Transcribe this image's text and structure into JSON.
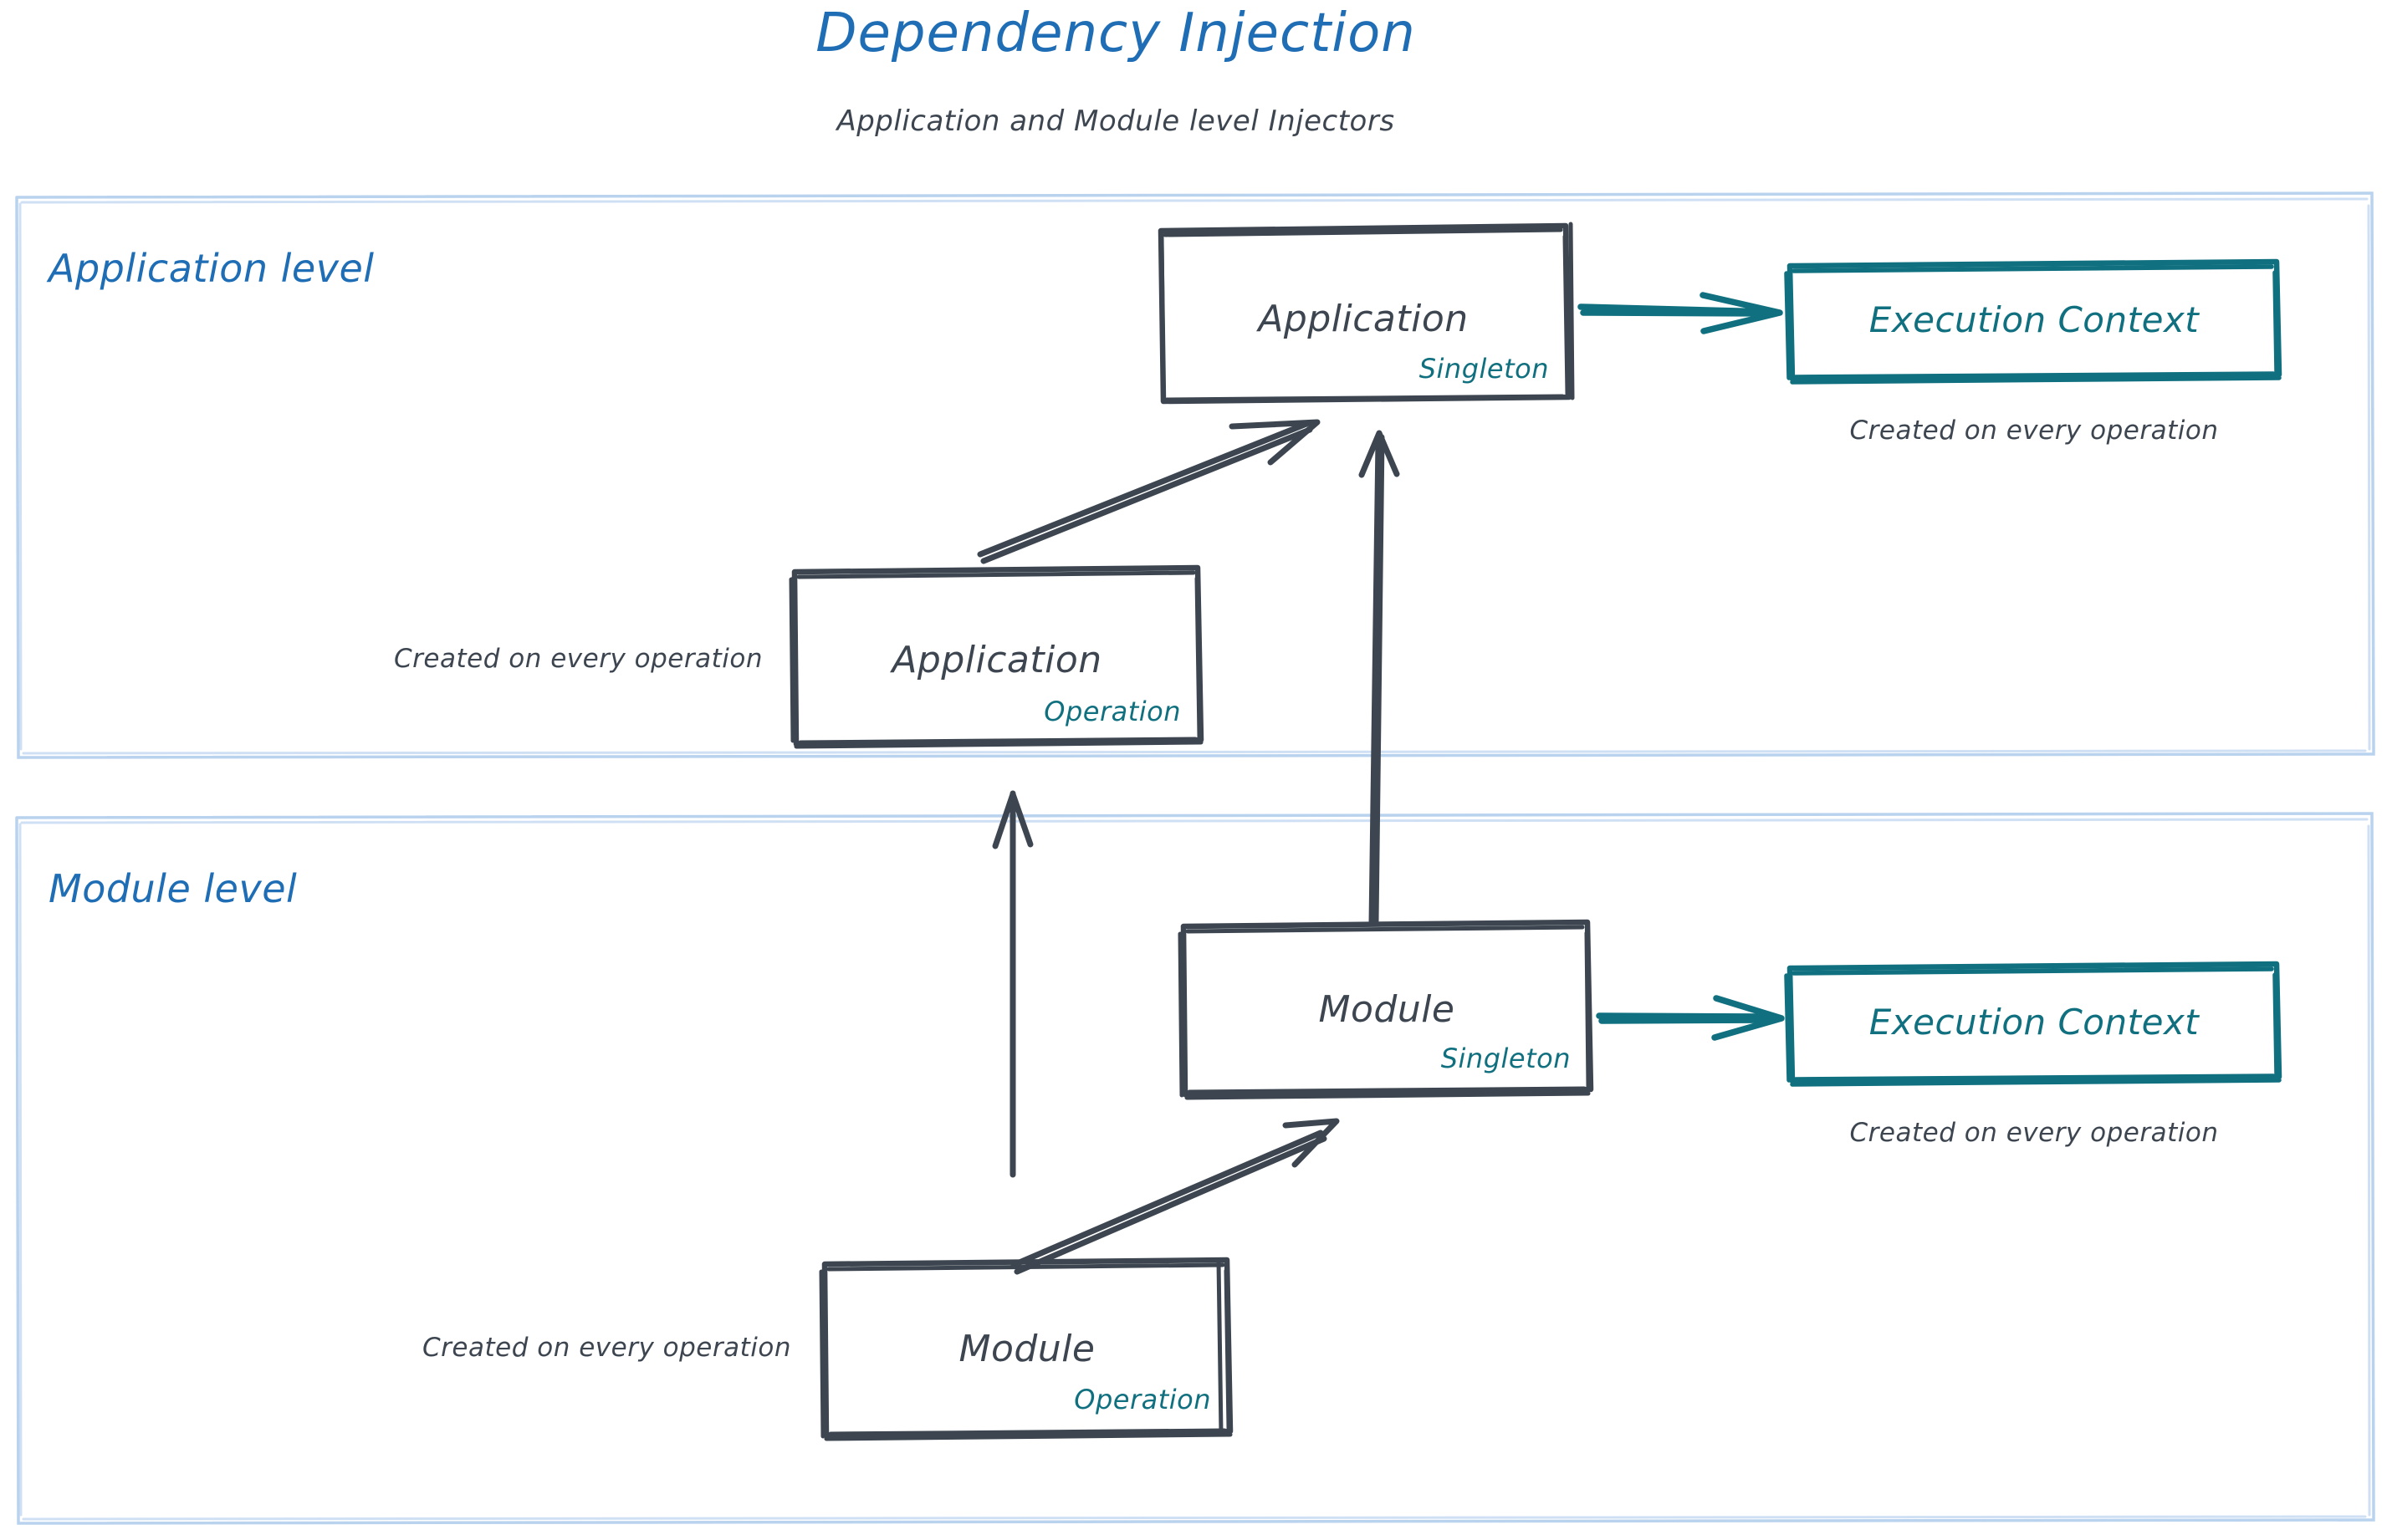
{
  "header": {
    "title": "Dependency Injection",
    "subtitle": "Application and Module level Injectors"
  },
  "colors": {
    "title_blue": "#1f6eb5",
    "ink_gray": "#3d4650",
    "teal": "#10707f",
    "container_border": "#b9d2ee"
  },
  "containers": [
    {
      "id": "application-level",
      "label": "Application level"
    },
    {
      "id": "module-level",
      "label": "Module level"
    }
  ],
  "nodes": [
    {
      "id": "application-singleton",
      "title": "Application",
      "scope": "Singleton",
      "level": "Application level"
    },
    {
      "id": "application-operation",
      "title": "Application",
      "scope": "Operation",
      "level": "Application level"
    },
    {
      "id": "module-singleton",
      "title": "Module",
      "scope": "Singleton",
      "level": "Module level"
    },
    {
      "id": "module-operation",
      "title": "Module",
      "scope": "Operation",
      "level": "Module level"
    },
    {
      "id": "execution-context-application",
      "title": "Execution Context",
      "level": "Application level"
    },
    {
      "id": "execution-context-module",
      "title": "Execution Context",
      "level": "Module level"
    }
  ],
  "captions": {
    "application_operation": "Created on every operation",
    "execution_context_application": "Created on every operation",
    "module_operation": "Created on every operation",
    "execution_context_module": "Created on every operation"
  },
  "edges": [
    {
      "id": "app-singleton-to-exec-context",
      "from": "application-singleton",
      "to": "execution-context-application",
      "style": "teal-arrow"
    },
    {
      "id": "app-operation-to-app-singleton",
      "from": "application-operation",
      "to": "application-singleton",
      "style": "gray-arrow"
    },
    {
      "id": "module-singleton-to-app-singleton",
      "from": "module-singleton",
      "to": "application-singleton",
      "style": "gray-arrow"
    },
    {
      "id": "module-operation-to-app-operation",
      "from": "module-operation",
      "to": "application-operation",
      "style": "gray-arrow"
    },
    {
      "id": "module-operation-to-module-singleton",
      "from": "module-operation",
      "to": "module-singleton",
      "style": "gray-arrow"
    },
    {
      "id": "module-singleton-to-exec-context",
      "from": "module-singleton",
      "to": "execution-context-module",
      "style": "teal-arrow"
    }
  ]
}
